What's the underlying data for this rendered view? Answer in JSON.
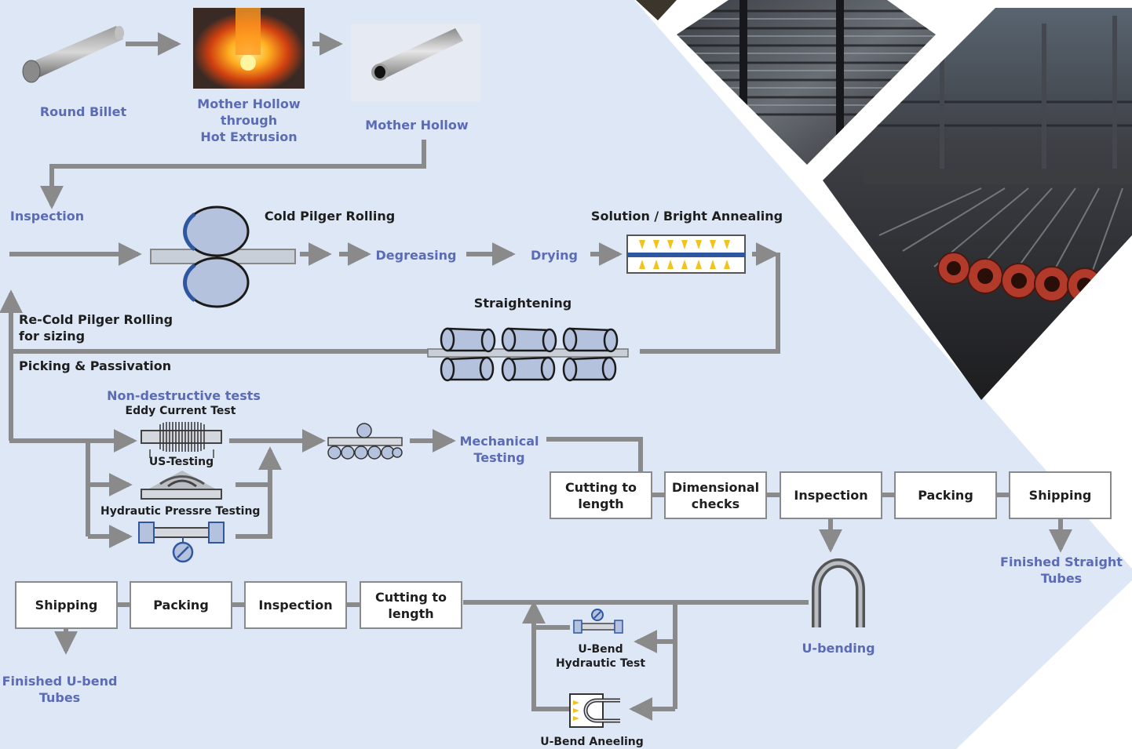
{
  "labels": {
    "round_billet": "Round Billet",
    "mother_hollow_extrusion": "Mother Hollow\nthrough\nHot Extrusion",
    "mother_hollow": "Mother Hollow",
    "inspection_1": "Inspection",
    "cold_pilger": "Cold Pilger Rolling",
    "degreasing": "Degreasing",
    "drying": "Drying",
    "annealing": "Solution / Bright Annealing",
    "straightening": "Straightening",
    "recold": "Re-Cold Pilger Rolling\nfor sizing",
    "picking": "Picking & Passivation",
    "ndt": "Non-destructive tests",
    "eddy": "Eddy Current Test",
    "us_testing": "US-Testing",
    "hydraulic": "Hydrautic Pressre Testing",
    "mechanical": "Mechanical\nTesting",
    "finished_straight": "Finished Straight\nTubes",
    "u_bending": "U-bending",
    "ubend_hydraulic": "U-Bend\nHydrautic Test",
    "ubend_annealing": "U-Bend Aneeling",
    "finished_ubend": "Finished U-bend\nTubes"
  },
  "straight_line_boxes": [
    "Cutting to\nlength",
    "Dimensional\nchecks",
    "Inspection",
    "Packing",
    "Shipping"
  ],
  "ubend_line_boxes": [
    "Shipping",
    "Packing",
    "Inspection",
    "Cutting to\nlength"
  ],
  "colors": {
    "background": "#dde7f5",
    "arrow": "#8a8a8a",
    "label_blue": "#5b6bb5",
    "roller_blue": "#b4c2de",
    "accent_blue": "#2f56a0"
  }
}
